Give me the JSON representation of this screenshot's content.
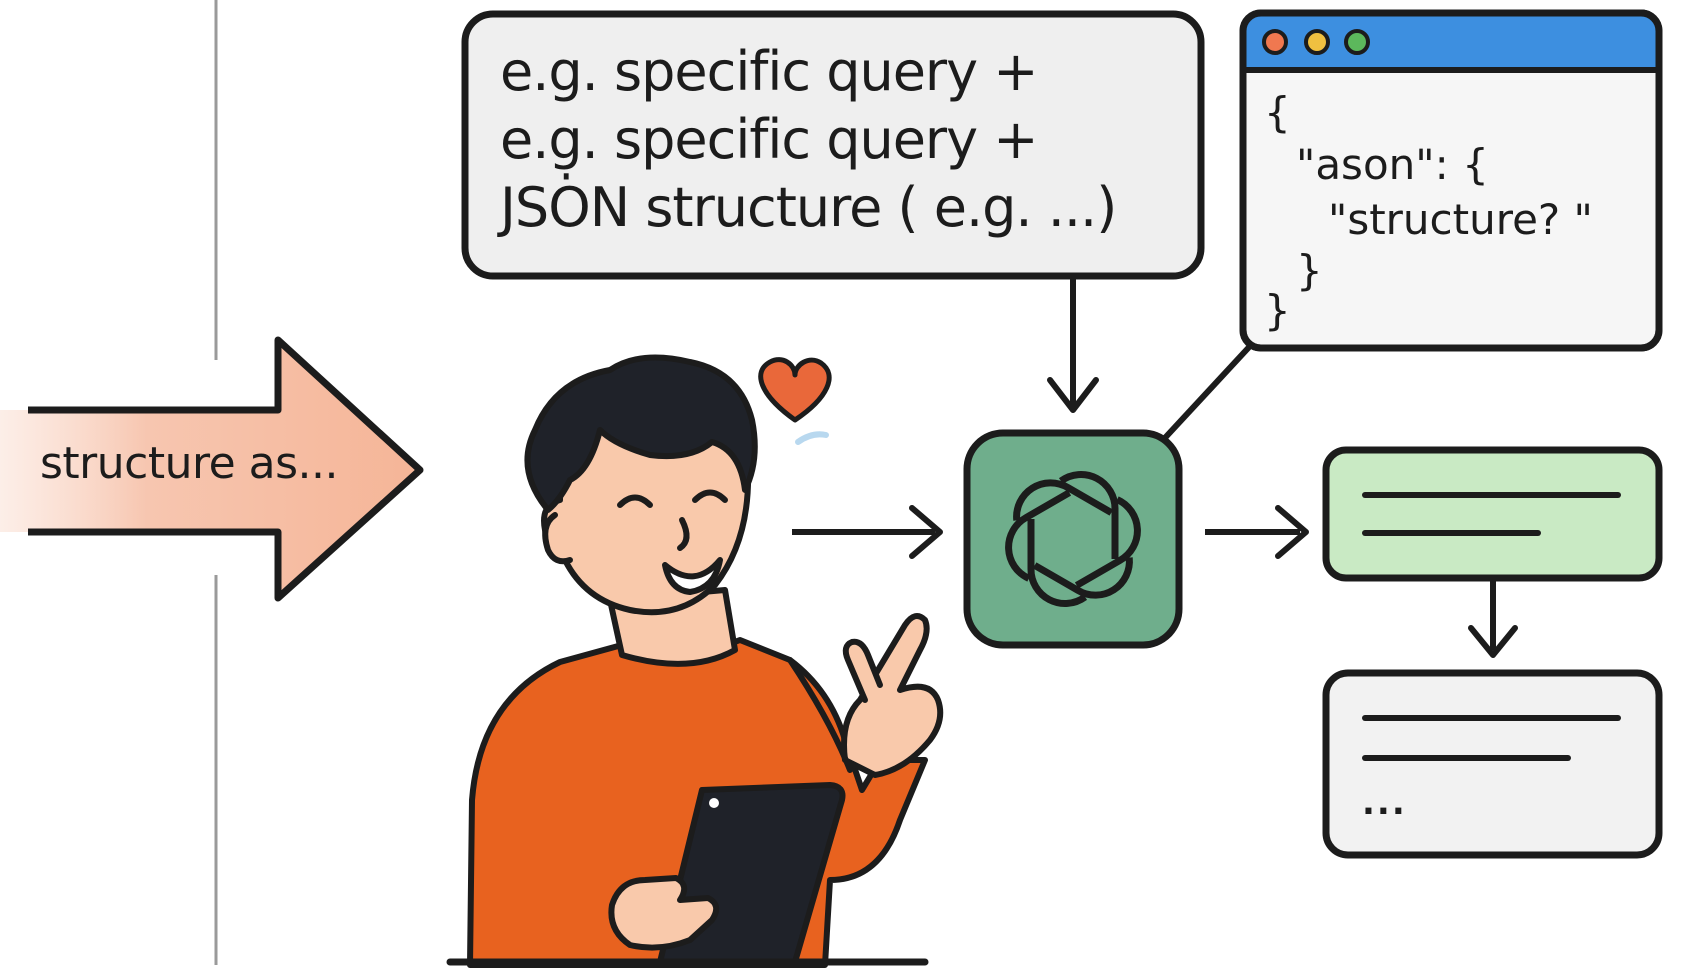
{
  "arrow_label": "structure as...",
  "query_box": {
    "lines": [
      "e.g. specific query +",
      "e.g̣. specific query +",
      "JSON structure ( e.g. ...)"
    ]
  },
  "json_window": {
    "lines": [
      "{",
      "\"ason\": {",
      "\"structure? \"",
      "}",
      "}"
    ],
    "title_dots": [
      "#f07850",
      "#f0c040",
      "#5cb85c"
    ],
    "titlebar_color": "#3d8fe0"
  },
  "output_box_2": {
    "ellipsis": "..."
  },
  "colors": {
    "outline": "#1c1c1c",
    "ai_node": "#6fae8c",
    "output_green": "#c9eac4",
    "output_gray": "#f2f2f2",
    "sweater": "#e8621f",
    "arrow_fill": "#f7c3ab",
    "heart": "#e9683a"
  },
  "icons": {
    "ai_node": "openai-knot-icon",
    "heart": "heart-icon"
  }
}
